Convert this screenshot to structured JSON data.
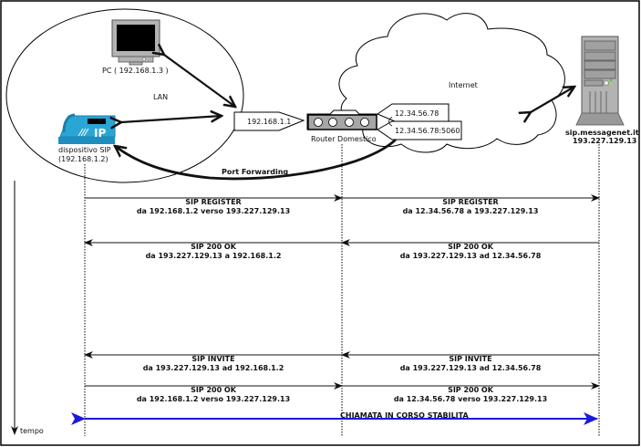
{
  "network": {
    "lan_label": "LAN",
    "internet_label": "Internet",
    "pc": {
      "name": "PC",
      "label": "PC ( 192.168.1.3 )"
    },
    "sip_device": {
      "label_line1": "dispositivo SIP",
      "label_line2": "(192.168.1.2)",
      "screen_text": "IP"
    },
    "router": {
      "label": "Router Domestico",
      "lan_ip": "192.168.1.1",
      "wan_ip": "12.34.56.78",
      "wan_port": "12.34.56.78:5060"
    },
    "server": {
      "name": "sip.messagenet.it",
      "ip": "193.227.129.13"
    },
    "port_forwarding_label": "Port Forwarding"
  },
  "timeline": {
    "axis_label": "tempo",
    "messages": [
      {
        "left": {
          "title": "SIP REGISTER",
          "detail": "da 192.168.1.2 verso 193.227.129.13",
          "direction": "right"
        },
        "right": {
          "title": "SIP REGISTER",
          "detail": "da 12.34.56.78 a 193.227.129.13",
          "direction": "right"
        }
      },
      {
        "left": {
          "title": "SIP 200 OK",
          "detail": "da 193.227.129.13 a 192.168.1.2",
          "direction": "left"
        },
        "right": {
          "title": "SIP 200 OK",
          "detail": "da 193.227.129.13 ad 12.34.56.78",
          "direction": "left"
        }
      },
      {
        "left": {
          "title": "SIP INVITE",
          "detail": "da 193.227.129.13 ad 192.168.1.2",
          "direction": "left"
        },
        "right": {
          "title": "SIP INVITE",
          "detail": "da 193.227.129.13 ad 12.34.56.78",
          "direction": "left"
        }
      },
      {
        "left": {
          "title": "SIP 200 OK",
          "detail": "da 192.168.1.2 verso 193.227.129.13",
          "direction": "right"
        },
        "right": {
          "title": "SIP 200 OK",
          "detail": "da 12.34.56.78 verso 193.227.129.13",
          "direction": "right"
        }
      }
    ],
    "call_label": "CHIAMATA IN CORSO STABILITA"
  },
  "colors": {
    "call_line": "#1a1adb",
    "phone": "#2aa6d6",
    "device_gray": "#b3b3b3"
  }
}
